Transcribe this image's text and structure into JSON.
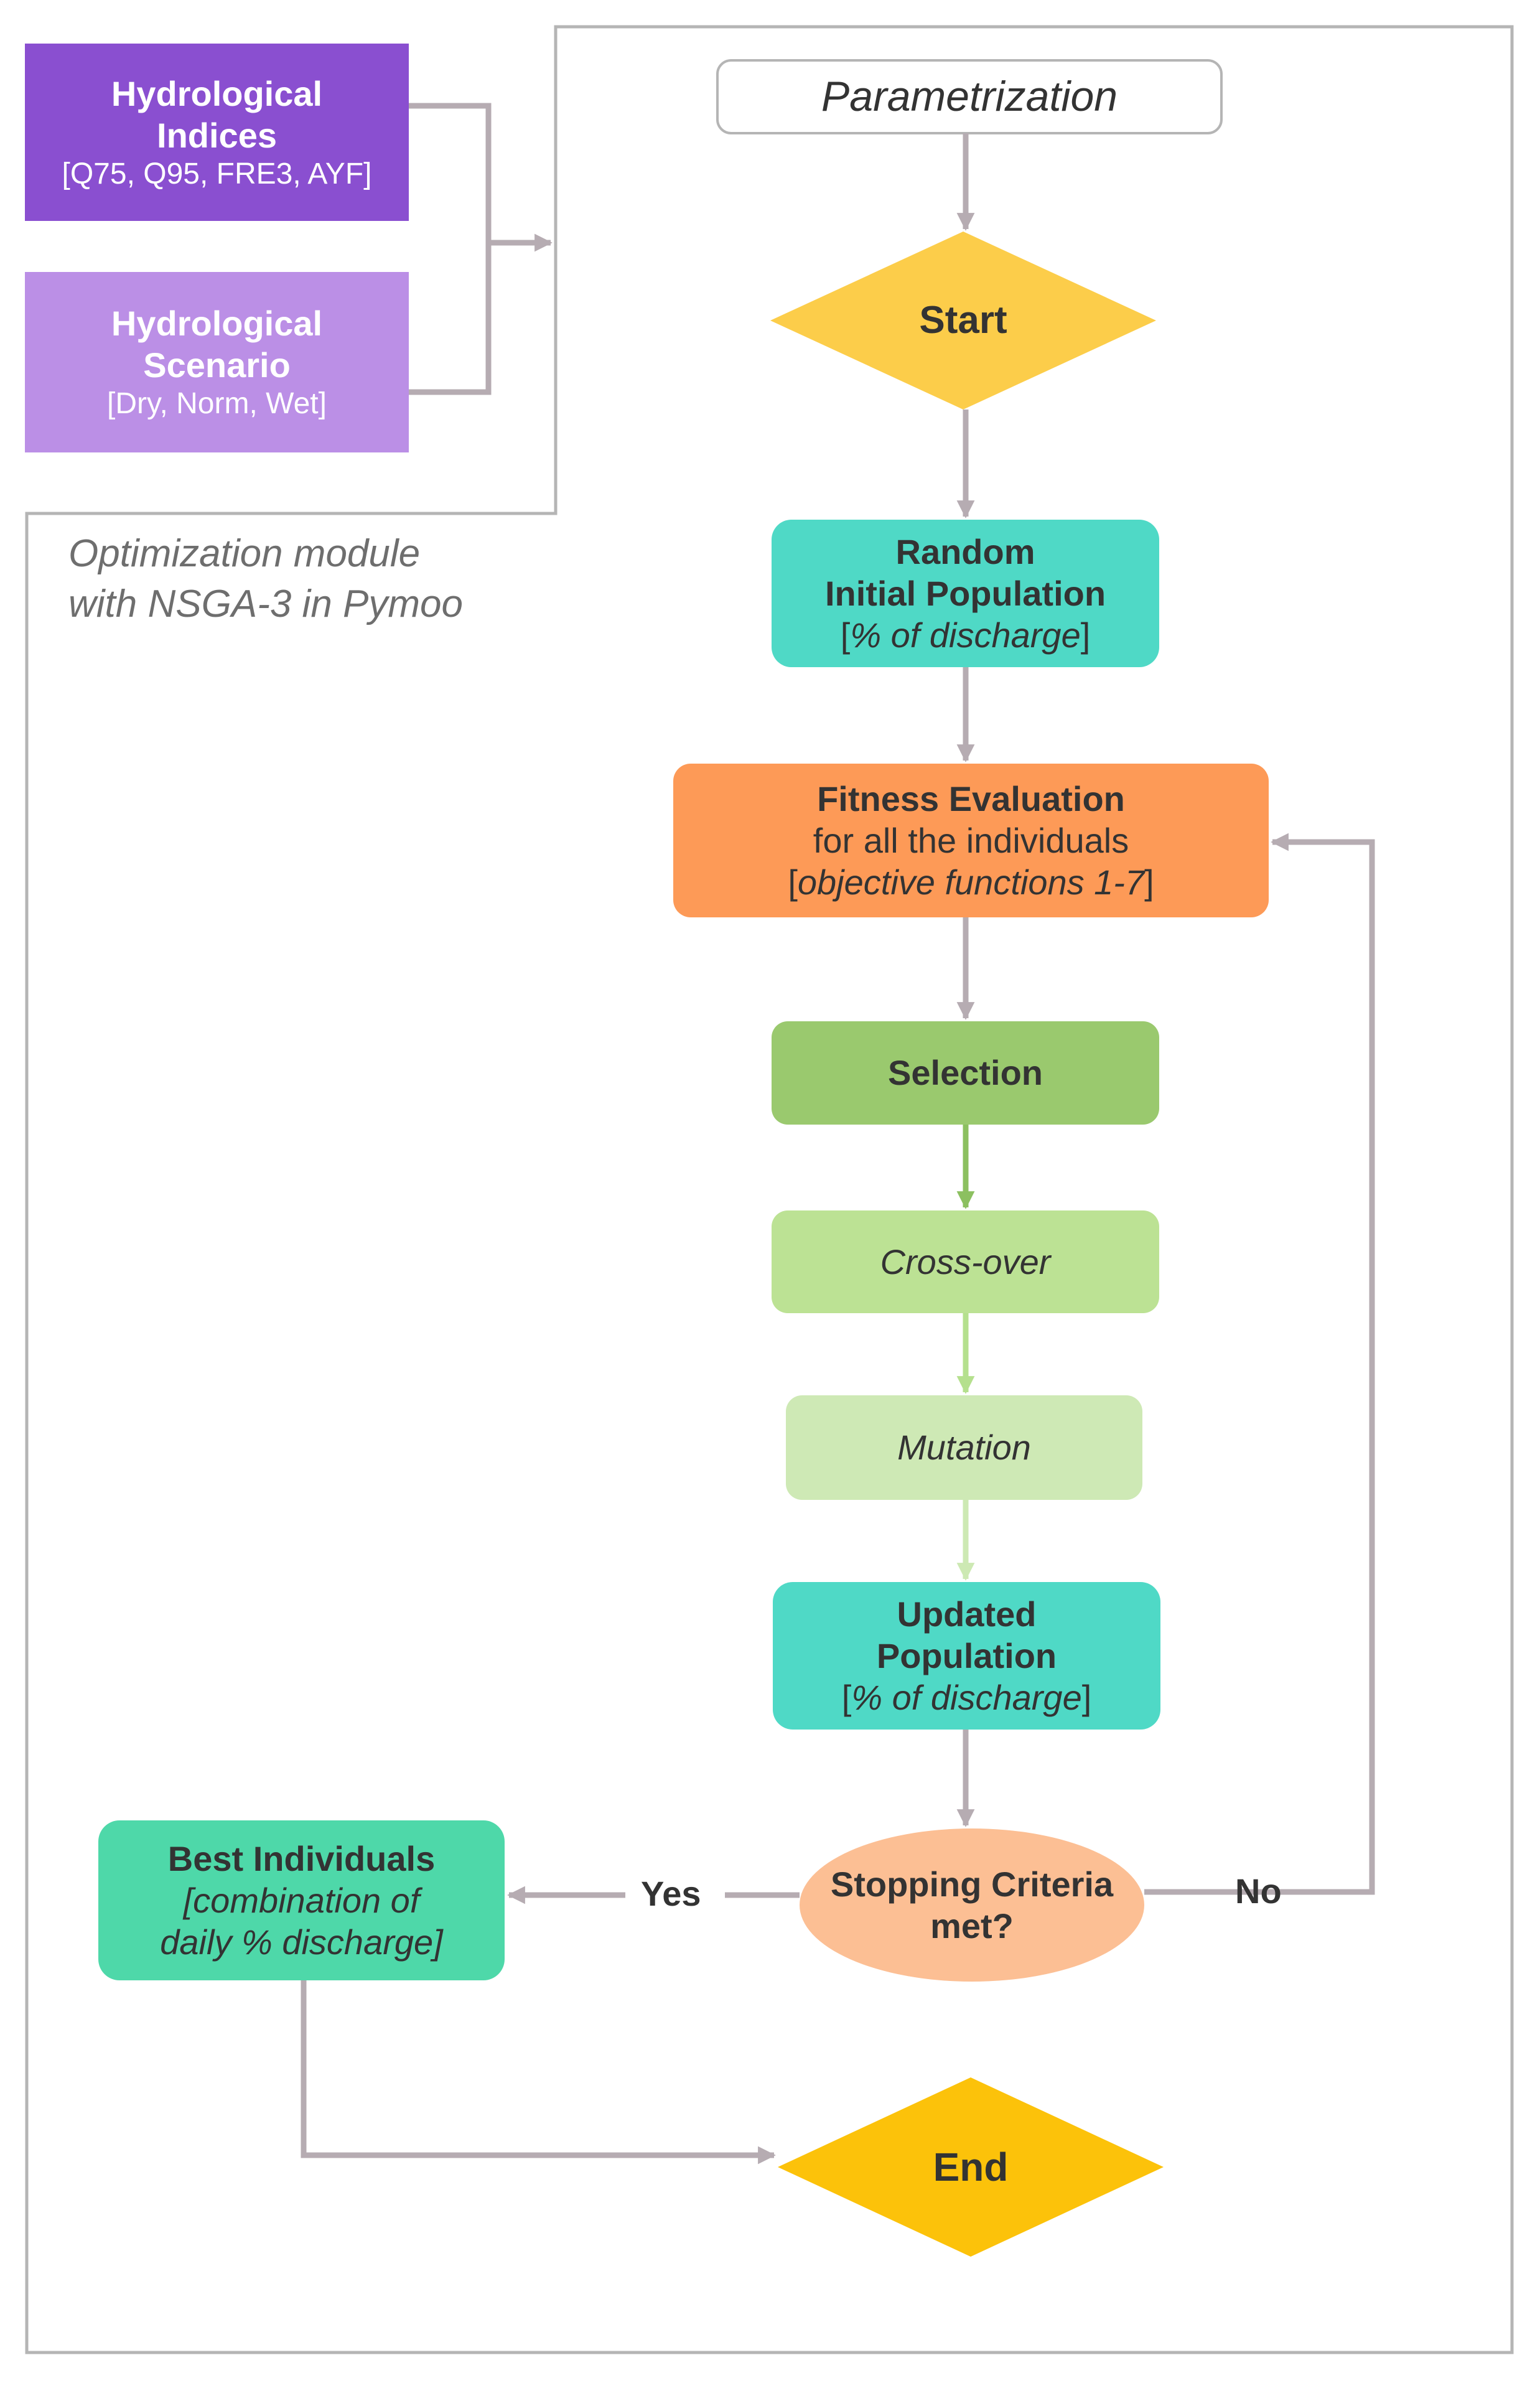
{
  "inputs": {
    "indices": {
      "title_line1": "Hydrological",
      "title_line2": "Indices",
      "detail": "[Q75, Q95, FRE3, AYF]"
    },
    "scenario": {
      "title_line1": "Hydrological",
      "title_line2": "Scenario",
      "detail": "[Dry, Norm, Wet]"
    }
  },
  "module_caption": {
    "line1": "Optimization module",
    "line2": "with NSGA-3 in Pymoo"
  },
  "nodes": {
    "parametrization": "Parametrization",
    "start": "Start",
    "initial_population": {
      "line1": "Random",
      "line2": "Initial Population",
      "detail_open": "[",
      "detail": "% of discharge",
      "detail_close": "]"
    },
    "fitness": {
      "line1": "Fitness Evaluation",
      "line2": "for all the individuals",
      "detail_open": "[",
      "detail": "objective functions 1-7",
      "detail_close": "]"
    },
    "selection": "Selection",
    "crossover": "Cross-over",
    "mutation": "Mutation",
    "updated_population": {
      "line1": "Updated",
      "line2": "Population",
      "detail_open": "[",
      "detail": "% of discharge",
      "detail_close": "]"
    },
    "stopping": {
      "line1": "Stopping Criteria",
      "line2": "met?"
    },
    "best": {
      "line1": "Best Individuals",
      "line2": "[combination of",
      "line3": "daily % discharge]"
    },
    "end": "End"
  },
  "edge_labels": {
    "yes": "Yes",
    "no": "No"
  },
  "colors": {
    "indices": "#8a4fd0",
    "scenario": "#bb8fe6",
    "start_diamond": "#fccd4a",
    "end_diamond": "#fcc20a",
    "teal": "#4fd9c6",
    "orange": "#fd9a57",
    "selection": "#9ac96e",
    "crossover": "#bce294",
    "mutation": "#cee9b5",
    "stopping": "#fcbf94",
    "best": "#4ed8a9",
    "arrow": "#b6acb2",
    "frame": "#b5b5b5"
  }
}
